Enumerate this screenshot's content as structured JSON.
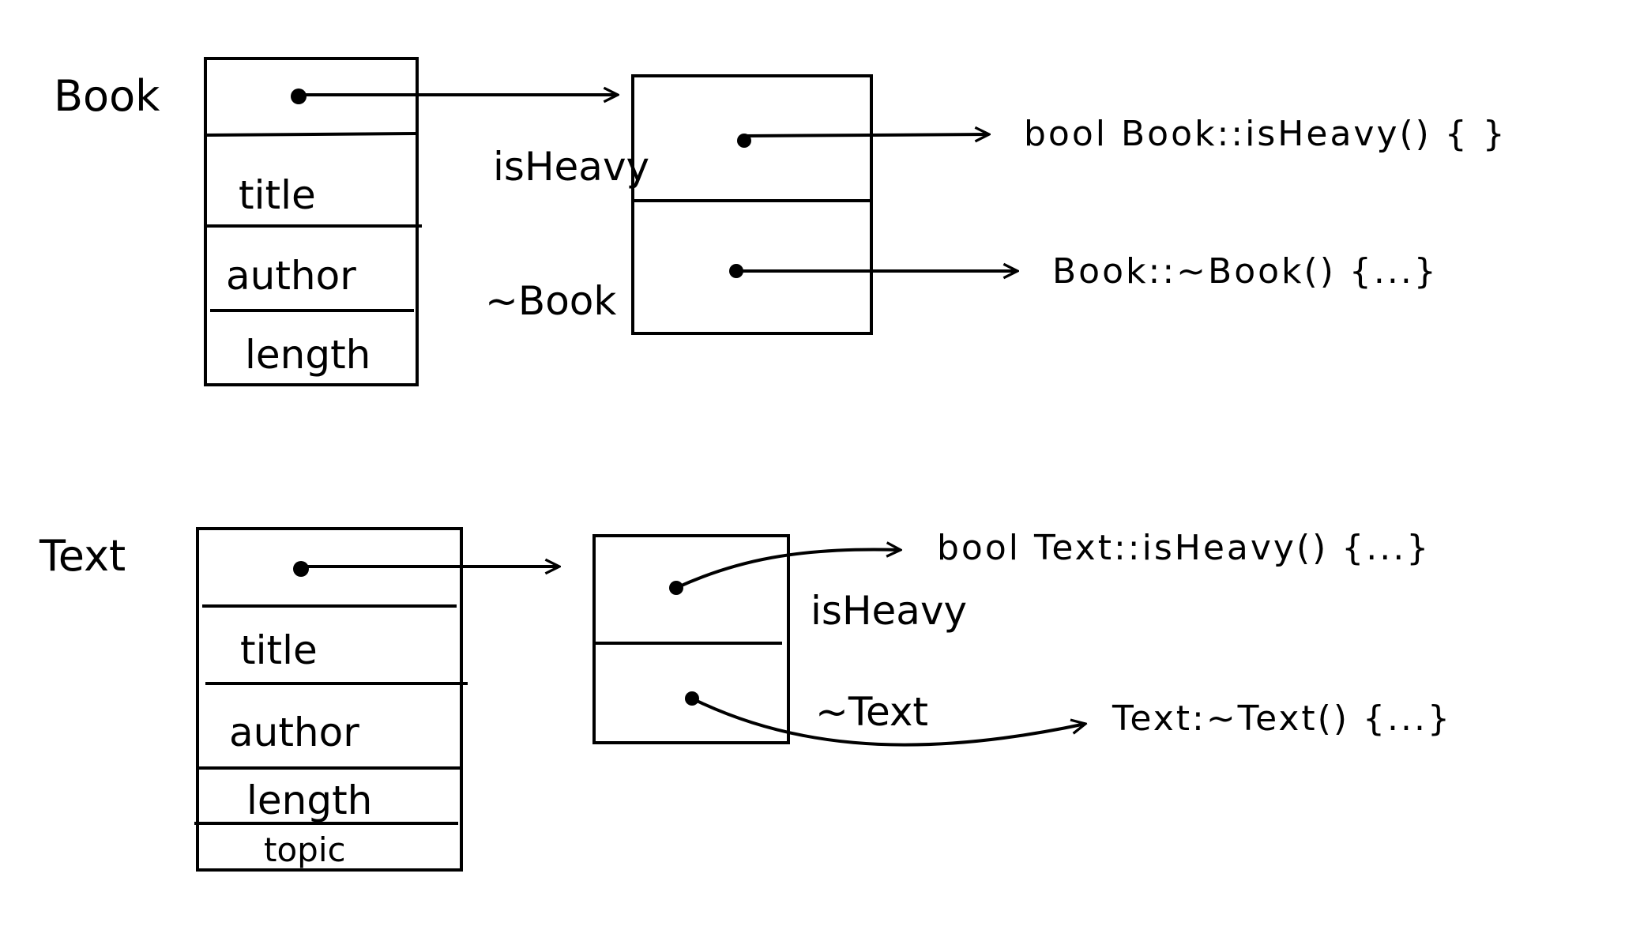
{
  "diagram": {
    "ink_color": "#000000",
    "background": "#ffffff",
    "book": {
      "class_label": "Book",
      "fields": [
        "title",
        "author",
        "length"
      ],
      "vtable_entries": [
        "isHeavy",
        "~Book"
      ],
      "functions": [
        "bool Book::isHeavy() { }",
        "Book::~Book() {...}"
      ]
    },
    "text": {
      "class_label": "Text",
      "fields": [
        "title",
        "author",
        "length",
        "topic"
      ],
      "vtable_entries": [
        "isHeavy",
        "~Text"
      ],
      "functions": [
        "bool Text::isHeavy() {...}",
        "Text:~Text() {...}"
      ]
    }
  }
}
